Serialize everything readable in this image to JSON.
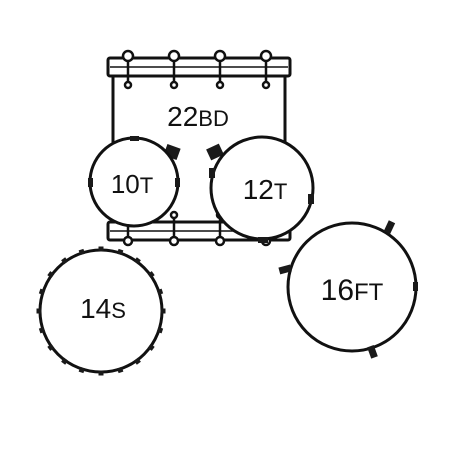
{
  "diagram": {
    "drums": [
      {
        "id": "bass",
        "label_num": "22",
        "label_suffix": "BD"
      },
      {
        "id": "tom10",
        "label_num": "10",
        "label_suffix": "T"
      },
      {
        "id": "tom12",
        "label_num": "12",
        "label_suffix": "T"
      },
      {
        "id": "snare",
        "label_num": "14",
        "label_suffix": "S"
      },
      {
        "id": "floortom",
        "label_num": "16",
        "label_suffix": "FT"
      }
    ],
    "colors": {
      "stroke": "#111111",
      "fill": "#ffffff",
      "lug": "#1a1a1a"
    }
  }
}
